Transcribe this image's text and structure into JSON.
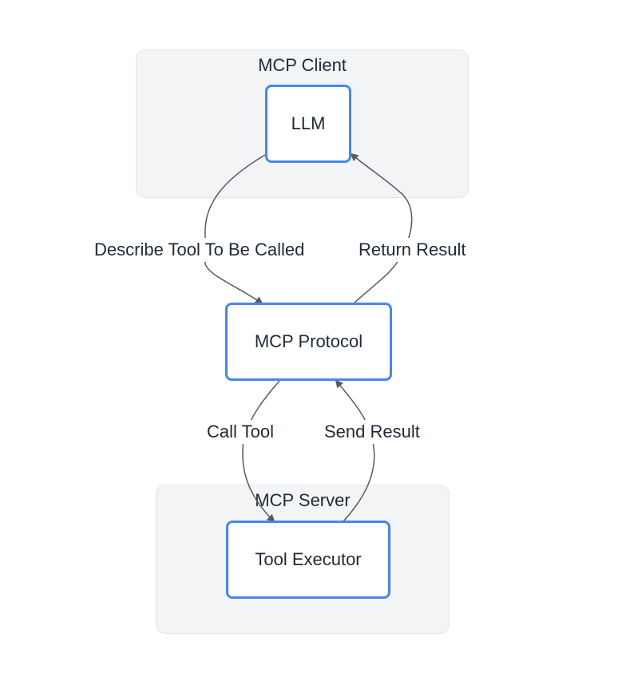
{
  "clusters": {
    "client": {
      "label": "MCP Client"
    },
    "server": {
      "label": "MCP Server"
    }
  },
  "nodes": {
    "llm": {
      "label": "LLM"
    },
    "protocol": {
      "label": "MCP Protocol"
    },
    "executor": {
      "label": "Tool Executor"
    }
  },
  "edges": {
    "describe": {
      "label": "Describe Tool To Be Called"
    },
    "return_result": {
      "label": "Return Result"
    },
    "call_tool": {
      "label": "Call Tool"
    },
    "send_result": {
      "label": "Send Result"
    }
  },
  "colors": {
    "node_border": "#4a86e8",
    "cluster_fill": "#f3f4f6",
    "edge": "#555a64"
  }
}
